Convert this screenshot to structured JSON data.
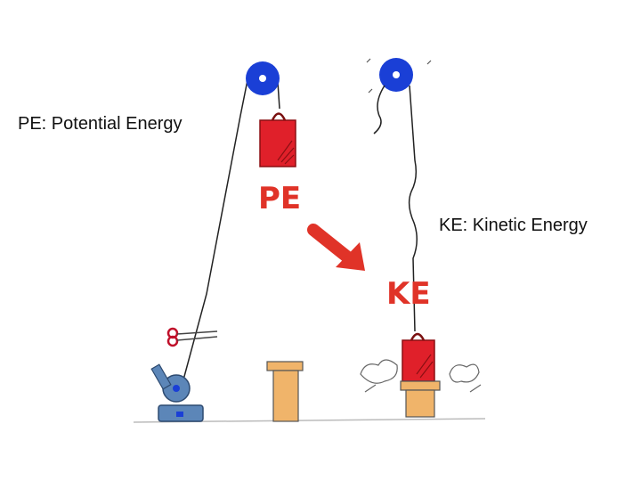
{
  "captions": {
    "pe": "PE: Potential Energy",
    "ke": "KE: Kinetic Energy"
  },
  "drawing_labels": {
    "pe": "PE",
    "ke": "KE"
  },
  "colors": {
    "pulley": "#1a3fd6",
    "weight": "#e0202a",
    "label_red": "#e03328",
    "pillar": "#f0b46a",
    "crank": "#5c86b8",
    "rope": "#222222"
  }
}
